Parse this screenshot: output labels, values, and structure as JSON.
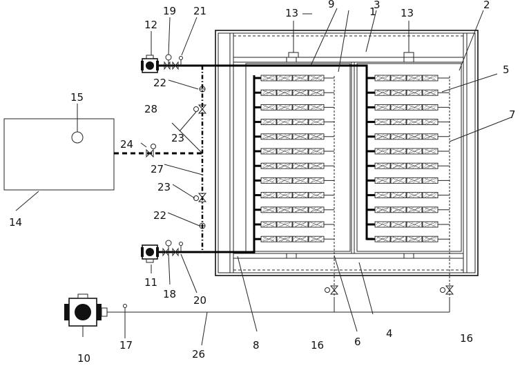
{
  "labels": {
    "l1": "1",
    "l2": "2",
    "l3": "3",
    "l4": "4",
    "l5": "5",
    "l6": "6",
    "l7": "7",
    "l8": "8",
    "l9": "9",
    "l10": "10",
    "l11": "11",
    "l12": "12",
    "l13a": "13",
    "l13b": "13",
    "l14": "14",
    "l15": "15",
    "l16a": "16",
    "l16b": "16",
    "l17": "17",
    "l18": "18",
    "l19": "19",
    "l20": "20",
    "l21": "21",
    "l22a": "22",
    "l22b": "22",
    "l23a": "23",
    "l23b": "23",
    "l24": "24",
    "l26": "26",
    "l27": "27",
    "l28": "28"
  },
  "heater": {
    "rows_per_bank": 12,
    "modules_per_row": 4
  }
}
